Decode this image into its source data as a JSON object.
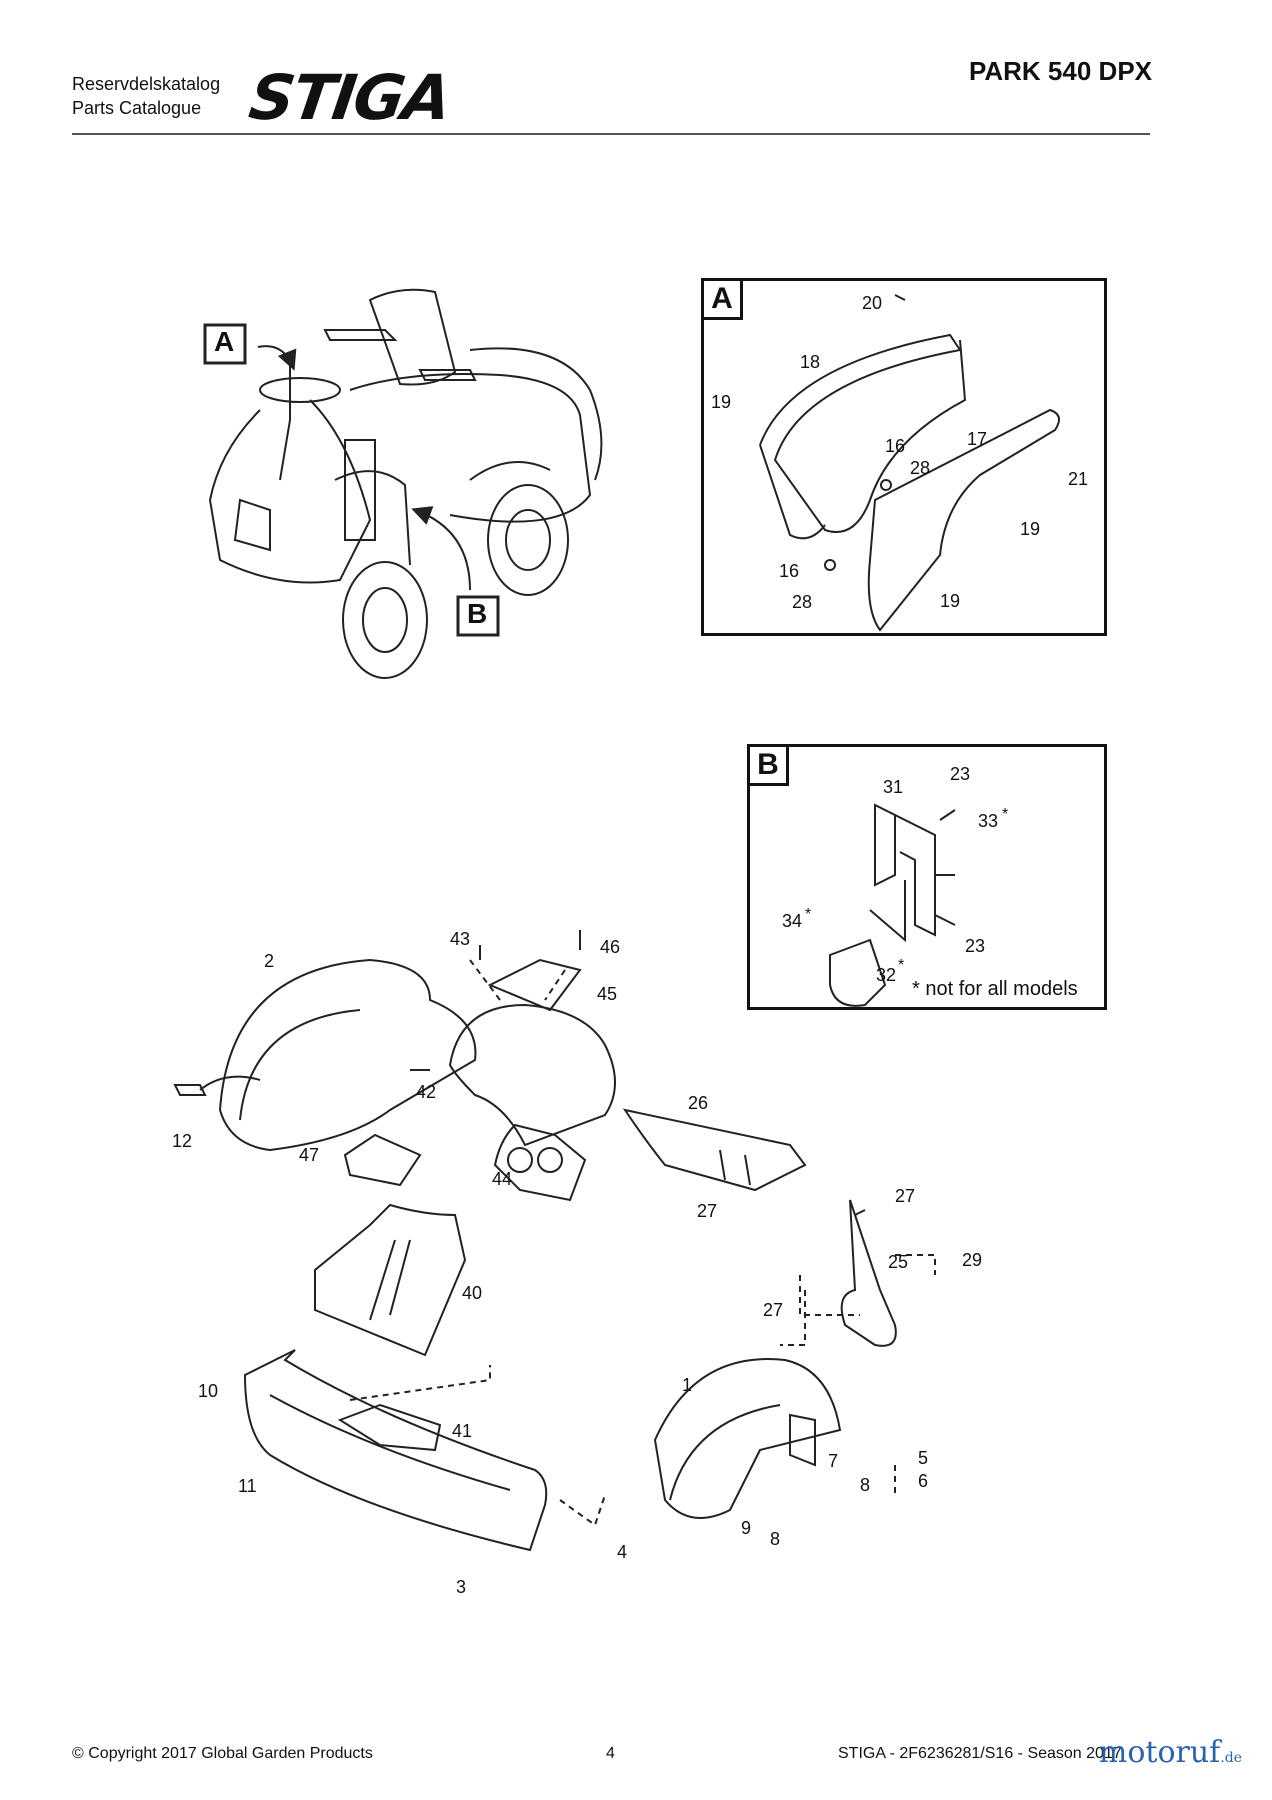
{
  "header": {
    "catalog_line1": "Reservdelskatalog",
    "catalog_line2": "Parts Catalogue",
    "brand": "STIGA",
    "model": "PARK 540 DPX"
  },
  "overview": {
    "callout_a": "A",
    "callout_b": "B"
  },
  "detail_a": {
    "tag": "A",
    "labels": [
      "20",
      "18",
      "19",
      "16",
      "28",
      "17",
      "21",
      "19",
      "16",
      "28",
      "19"
    ]
  },
  "detail_b": {
    "tag": "B",
    "labels": [
      "31",
      "23",
      "33",
      "*",
      "34",
      "*",
      "32",
      "*",
      "23"
    ],
    "note": "* not for all models"
  },
  "main_labels": [
    "43",
    "46",
    "2",
    "45",
    "42",
    "26",
    "12",
    "47",
    "44",
    "27",
    "27",
    "29",
    "25",
    "40",
    "27",
    "10",
    "1",
    "41",
    "5",
    "7",
    "6",
    "8",
    "11",
    "9",
    "8",
    "4",
    "3"
  ],
  "footer": {
    "copyright": "© Copyright 2017 Global Garden Products",
    "page": "4",
    "doc": "STIGA - 2F6236281/S16 - Season 2017",
    "watermark": "motoruf",
    "watermark_tld": ".de"
  }
}
